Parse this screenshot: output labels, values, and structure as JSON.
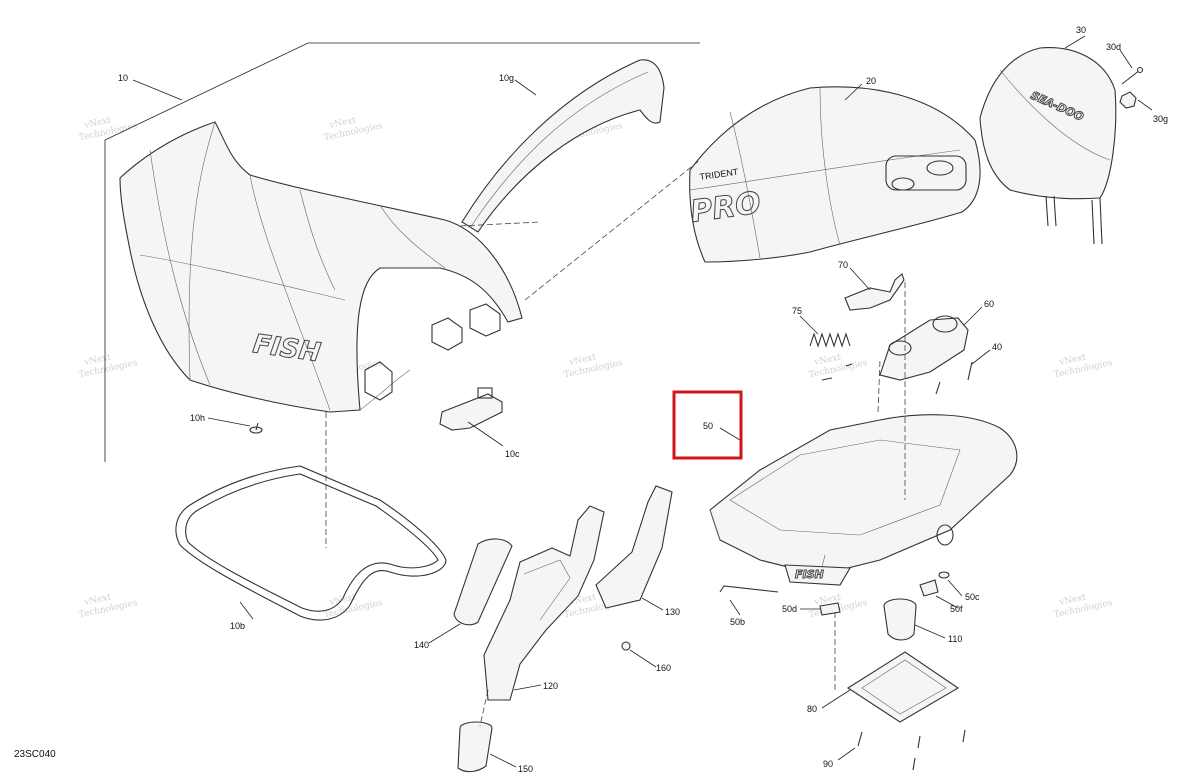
{
  "diagram_code": "23SC040",
  "watermark": [
    "vNext",
    "Technologies"
  ],
  "part_labels": {
    "p10": "10",
    "p10g": "10g",
    "p10h": "10h",
    "p10c": "10c",
    "p10b": "10b",
    "p20": "20",
    "p30": "30",
    "p30d": "30d",
    "p30g": "30g",
    "p70": "70",
    "p75": "75",
    "p60": "60",
    "p40": "40",
    "p50": "50",
    "p50c": "50c",
    "p50f": "50f",
    "p50b": "50b",
    "p50d": "50d",
    "p110": "110",
    "p80": "80",
    "p90": "90",
    "p140": "140",
    "p130": "130",
    "p160": "160",
    "p120": "120",
    "p150": "150"
  },
  "seat_branding": {
    "seat_main": "FISH",
    "seat_rear": "PRO",
    "seat_rear_small": "TRIDENT",
    "backrest": "SEA-DOO",
    "tray": "FISH"
  },
  "highlight": {
    "target_label": "50",
    "color": "#d0161b"
  }
}
